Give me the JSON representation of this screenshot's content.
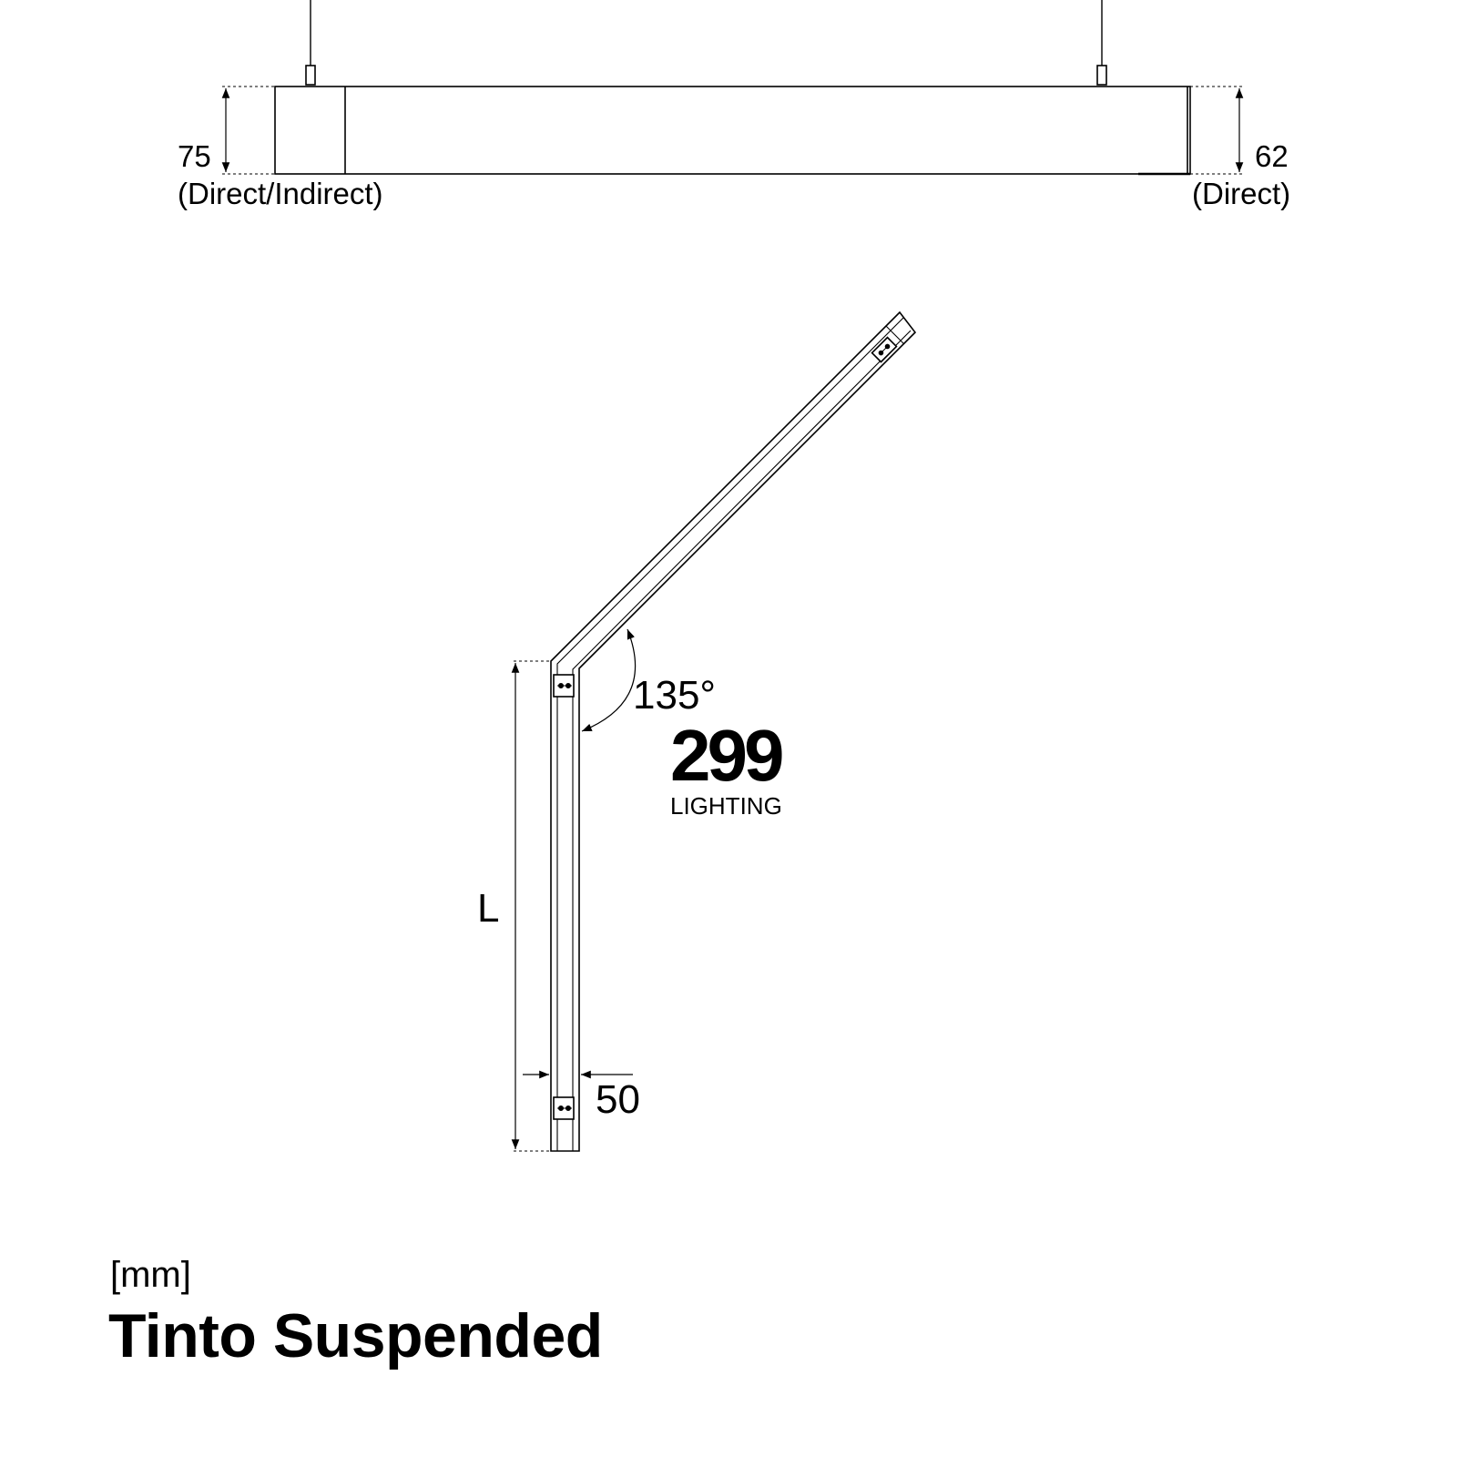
{
  "side_view": {
    "height_left": "75",
    "height_left_note": "(Direct/Indirect)",
    "height_right": "62",
    "height_right_note": "(Direct)"
  },
  "top_view": {
    "angle": "135°",
    "length_label": "L",
    "width": "50"
  },
  "logo": {
    "number": "299",
    "word": "LIGHTING"
  },
  "footer": {
    "units": "[mm]",
    "product_name": "Tinto Suspended"
  }
}
